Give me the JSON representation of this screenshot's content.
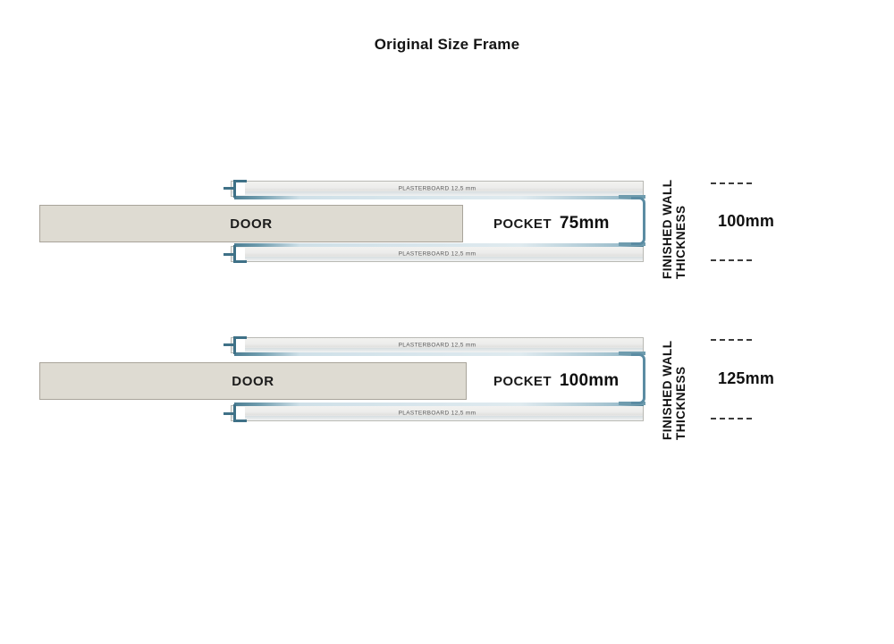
{
  "title": "Original Size Frame",
  "labels": {
    "plasterboard": "PLASTERBOARD 12,5 mm",
    "door": "DOOR",
    "pocket_word": "POCKET",
    "fwt_line1": "FINISHED WALL",
    "fwt_line2": "THICKNESS"
  },
  "colors": {
    "steel": "#3f7187",
    "steel_light": "#6f9cae",
    "bracket": "#5b8ca3",
    "door_fill": "#dedbd2",
    "door_border": "#a9a49a",
    "board_fill": "#ececea",
    "board_border": "#b9b9b4",
    "text": "#111111",
    "dash": "#3c3c3c"
  },
  "diagrams": [
    {
      "id": "diagram-1",
      "pocket_size": "75mm",
      "wall_thickness": "100mm",
      "plasterboard_top": "PLASTERBOARD 12,5 mm",
      "plasterboard_bottom": "PLASTERBOARD 12,5 mm",
      "door_label": "DOOR"
    },
    {
      "id": "diagram-2",
      "pocket_size": "100mm",
      "wall_thickness": "125mm",
      "plasterboard_top": "PLASTERBOARD 12,5 mm",
      "plasterboard_bottom": "PLASTERBOARD 12,5 mm",
      "door_label": "DOOR"
    }
  ]
}
